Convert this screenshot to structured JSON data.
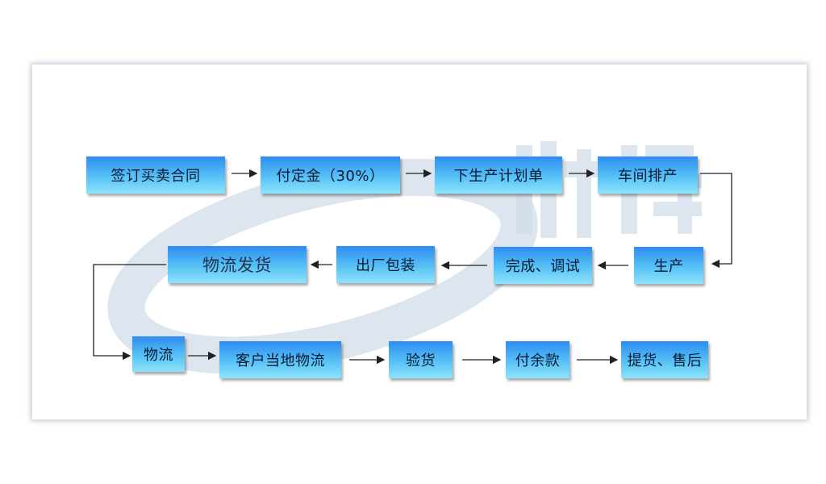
{
  "steps": {
    "s1": "签订买卖合同",
    "s2": "付定金（30%）",
    "s3": "下生产计划单",
    "s4": "车间排产",
    "s5": "生产",
    "s6": "完成、调试",
    "s7": "出厂包装",
    "s8": "物流发货",
    "s9": "物流",
    "s10": "客户当地物流",
    "s11": "验货",
    "s12": "付余款",
    "s13": "提货、售后"
  },
  "colors": {
    "box_top": "#2d8cf0",
    "box_bottom": "#8fe3fb",
    "arrow": "#222222",
    "watermark": "#c9d7e6"
  }
}
